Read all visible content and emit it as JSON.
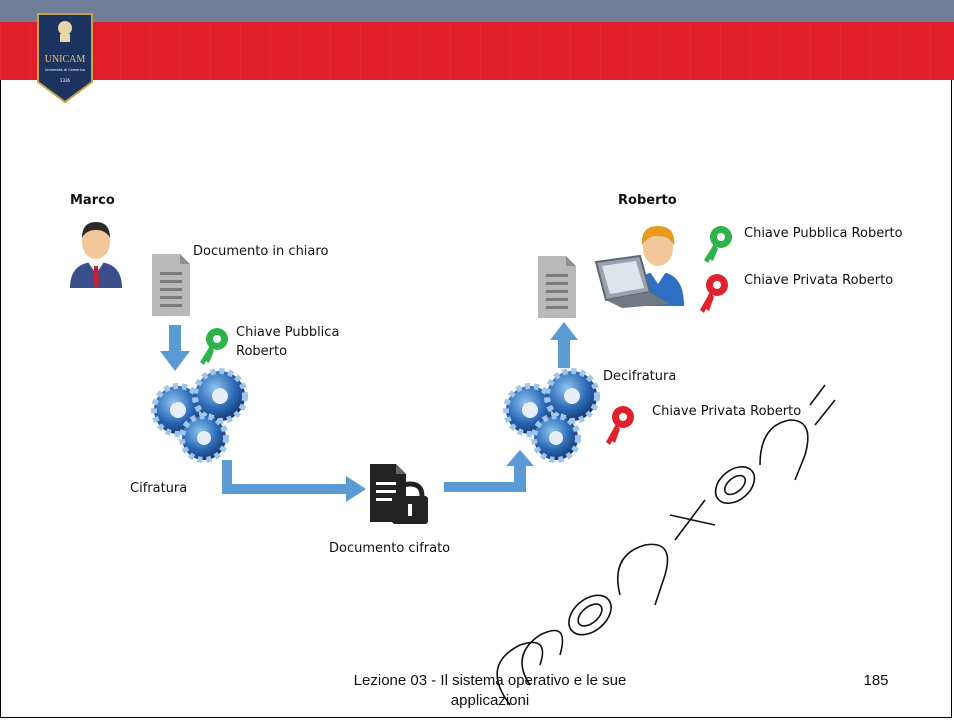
{
  "header": {
    "logo_text": "UNICAM",
    "logo_subtext": "Università di Camerino",
    "logo_year": "1336"
  },
  "diagram": {
    "sender": "Marco",
    "receiver": "Roberto",
    "plain_document": "Documento in chiaro",
    "public_key_label": "Chiave Pubblica Roberto",
    "public_key_label_line1": "Chiave Pubblica",
    "public_key_label_line2": "Roberto",
    "encryption": "Cifratura",
    "encrypted_document": "Documento cifrato",
    "decryption": "Decifratura",
    "private_key_label": "Chiave Privata Roberto",
    "receiver_public_key": "Chiave Pubblica Roberto",
    "receiver_private_key": "Chiave Privata Roberto"
  },
  "footer": {
    "lesson_line1": "Lezione 03 - Il sistema operativo e le sue",
    "lesson_line2": "applicazioni",
    "page_number": "185"
  },
  "colors": {
    "header_red": "#e01f2c",
    "header_blue": "#6f7f98",
    "arrow_blue": "#5b9bd5",
    "key_green": "#2eb34a",
    "key_red": "#e0212e"
  }
}
